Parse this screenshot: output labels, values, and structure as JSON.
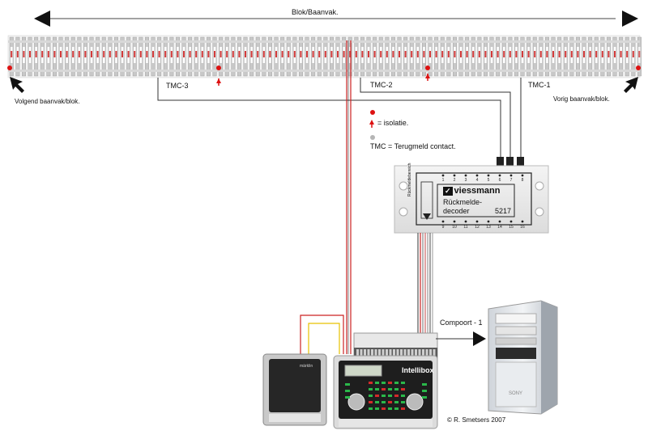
{
  "header": {
    "title": "Blok/Baanvak."
  },
  "labels": {
    "next_block": "Volgend baanvak/blok.",
    "prev_block": "Vorig baanvak/blok.",
    "tmc3": "TMC-3",
    "tmc2": "TMC-2",
    "tmc1": "TMC-1"
  },
  "legend": {
    "isolation": "= isolatie.",
    "tmc": "TMC = Terugmeld contact."
  },
  "decoder": {
    "brand": "viessmann",
    "line1": "Rückmelde-",
    "line2": "decoder",
    "model": "5217",
    "side_text": "Rückmeldebereich",
    "top_pins": [
      "1",
      "2",
      "3",
      "4",
      "5",
      "6",
      "7",
      "8"
    ],
    "bottom_pins": [
      "9",
      "10",
      "11",
      "12",
      "13",
      "14",
      "15",
      "16"
    ]
  },
  "connection": {
    "label": "Compoort - 1"
  },
  "devices": {
    "transformer_brand": "märklin",
    "intellibox_label": "Intellibox",
    "pc_brand": "SONY"
  },
  "credit": "© R. Smetsers 2007",
  "colors": {
    "track_rail": "#e8e8e8",
    "sleeper": "#c8c8c8",
    "isolation_red": "#dd1111",
    "tmc_gray": "#b5b5b5",
    "wire_dark": "#333333",
    "wire_red": "#cc2222",
    "wire_yellow": "#e6c200"
  }
}
